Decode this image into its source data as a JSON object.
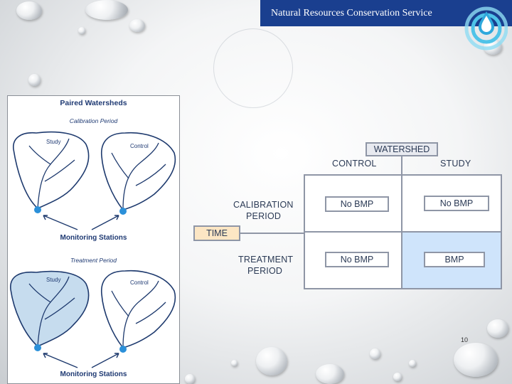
{
  "header": {
    "title": "Natural Resources Conservation Service"
  },
  "logo": {
    "icon": "water-drop-logo-icon",
    "color": "#4fc3e8"
  },
  "figure": {
    "title": "Paired Watersheds",
    "calibration_label": "Calibration Period",
    "treatment_label": "Treatment Period",
    "study_label": "Study",
    "control_label": "Control",
    "monitoring_label": "Monitoring Stations"
  },
  "diagram": {
    "watershed": "WATERSHED",
    "control": "CONTROL",
    "study": "STUDY",
    "calibration_line1": "CALIBRATION",
    "calibration_line2": "PERIOD",
    "treatment_line1": "TREATMENT",
    "treatment_line2": "PERIOD",
    "time": "TIME",
    "cells": {
      "cal_control": "No BMP",
      "cal_study": "No BMP",
      "treat_control": "No BMP",
      "treat_study": "BMP"
    },
    "highlight_color": "#cfe4fb"
  },
  "footer": {
    "page_number": "10"
  }
}
